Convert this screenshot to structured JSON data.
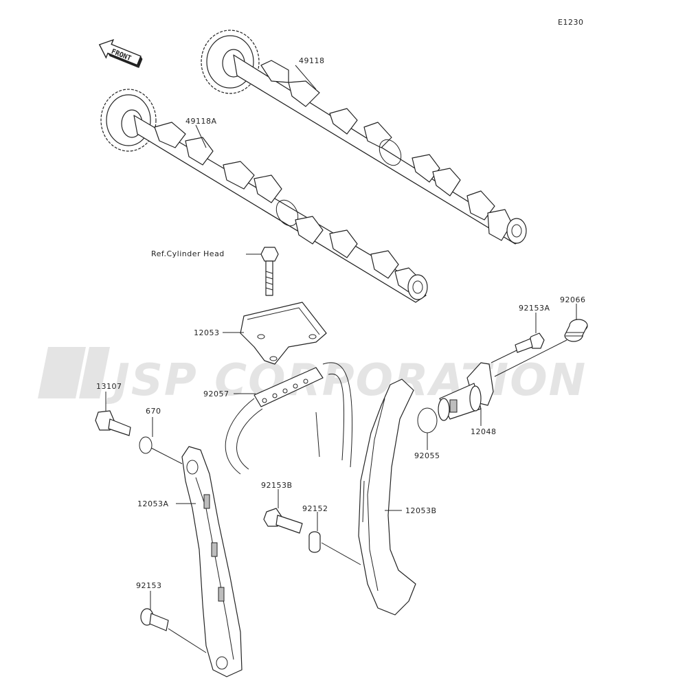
{
  "diagram_code": "E1230",
  "front_label": "FRONT",
  "watermark": "JSP CORPORATION",
  "callouts": {
    "p49118": "49118",
    "p49118a": "49118A",
    "ref_cyl": "Ref.Cylinder Head",
    "p12053": "12053",
    "p92057": "92057",
    "p13107": "13107",
    "p670": "670",
    "p12053a": "12053A",
    "p92153": "92153",
    "p92153b": "92153B",
    "p92152": "92152",
    "p12053b": "12053B",
    "p92153a": "92153A",
    "p92066": "92066",
    "p12048": "12048",
    "p92055": "92055"
  }
}
